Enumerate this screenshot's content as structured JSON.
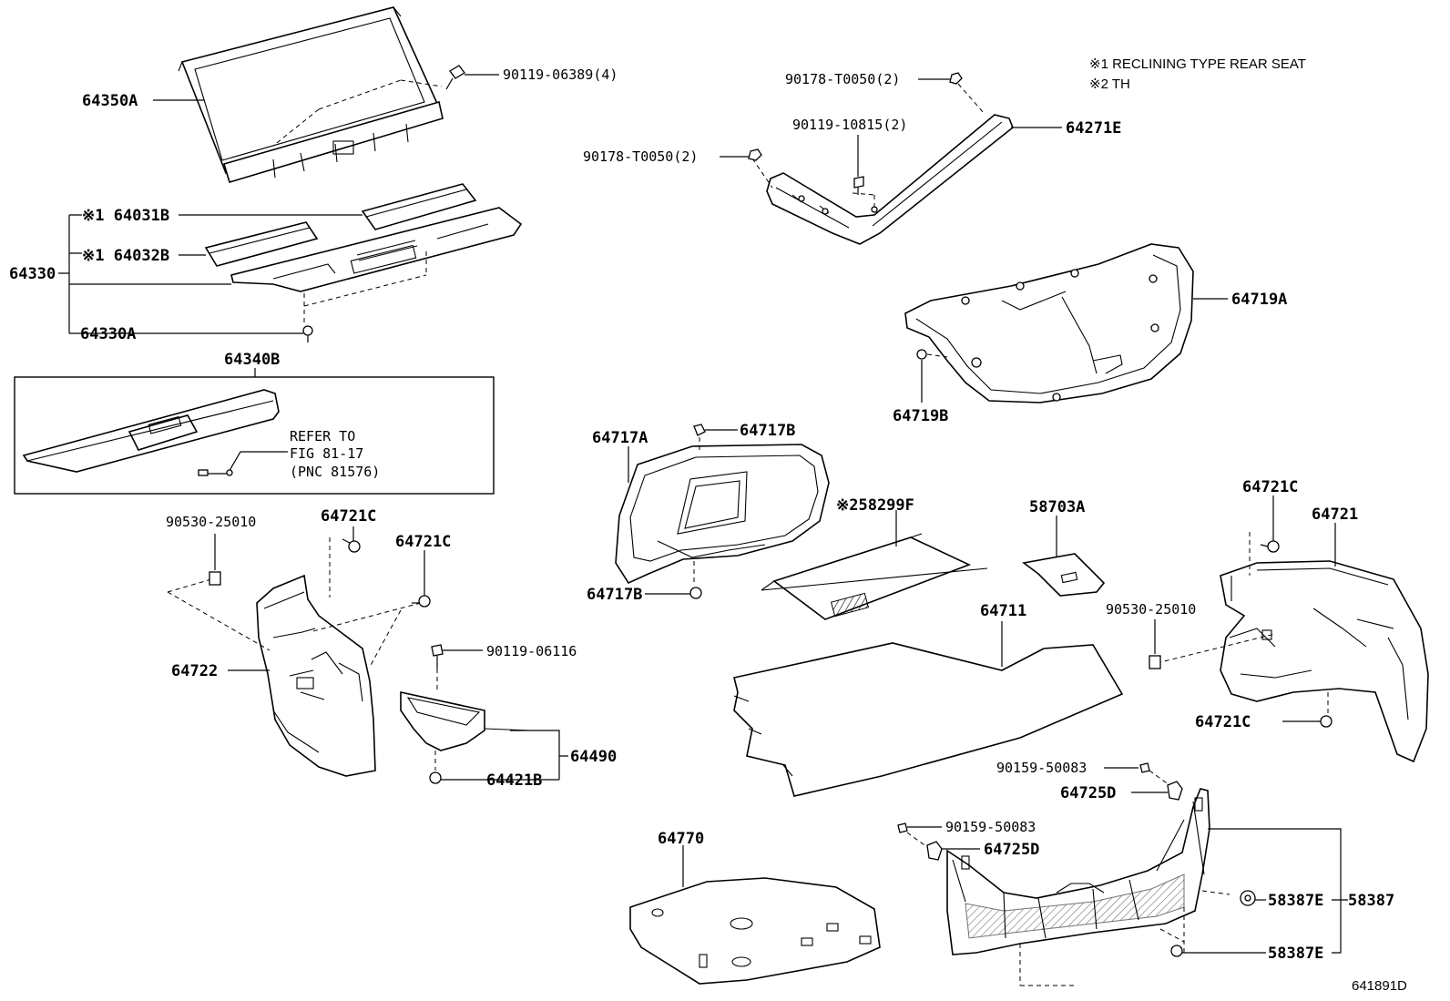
{
  "notes": {
    "note1": "※1 RECLINING TYPE REAR SEAT",
    "note2": "※2 TH"
  },
  "labels": {
    "p64350A": "64350A",
    "p90119_06389": "90119-06389(4)",
    "p90178_T0050_a": "90178-T0050(2)",
    "p90119_10815": "90119-10815(2)",
    "p64271E": "64271E",
    "p90178_T0050_b": "90178-T0050(2)",
    "p64031B": "※1 64031B",
    "p64032B": "※1 64032B",
    "p64330": "64330",
    "p64330A": "64330A",
    "p64719A": "64719A",
    "p64719B": "64719B",
    "p64340B": "64340B",
    "refer1": "REFER TO",
    "refer2": "FIG 81-17",
    "refer3": "(PNC 81576)",
    "p64717A": "64717A",
    "p64717B_top": "64717B",
    "p58299F": "※258299F",
    "p58703A": "58703A",
    "p64721C_right_top": "64721C",
    "p64721": "64721",
    "p90530_25010_left": "90530-25010",
    "p64721C_left_a": "64721C",
    "p64721C_left_b": "64721C",
    "p64717B_bottom": "64717B",
    "p64711": "64711",
    "p90530_25010_right": "90530-25010",
    "p64722": "64722",
    "p90119_06116": "90119-06116",
    "p64721C_right_bottom": "64721C",
    "p64490": "64490",
    "p90159_50083_a": "90159-50083",
    "p64725D_a": "64725D",
    "p64421B": "64421B",
    "p64770": "64770",
    "p90159_50083_b": "90159-50083",
    "p64725D_b": "64725D",
    "p58387E_a": "58387E",
    "p58387": "58387",
    "p58387E_b": "58387E",
    "figure_code": "641891D"
  }
}
